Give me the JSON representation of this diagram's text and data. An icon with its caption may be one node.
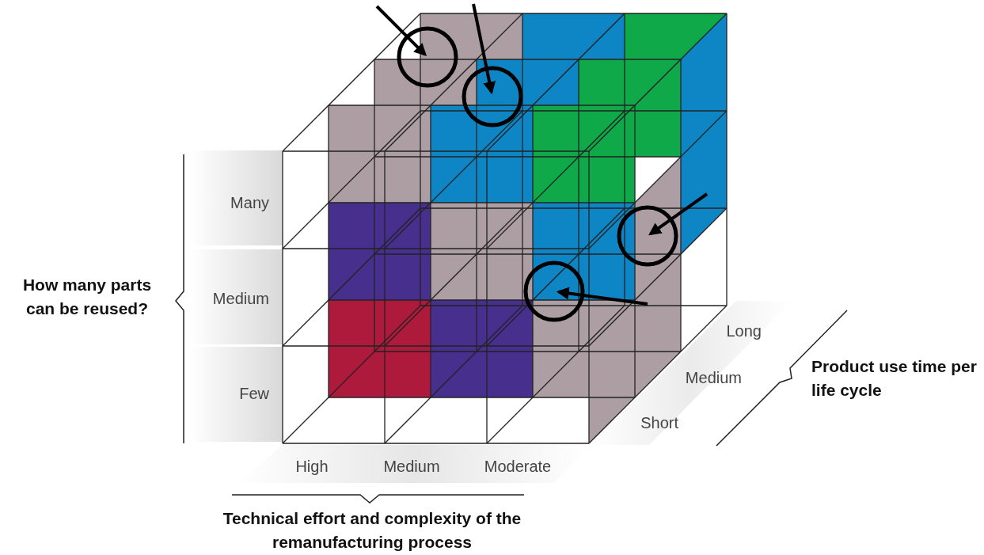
{
  "diagram": {
    "labels": [
      "Many",
      "Medium",
      "Few",
      "How many parts can be reused?",
      "Long",
      "Medium",
      "Short",
      "Product use time per life cycle",
      "High",
      "Medium",
      "Moderate",
      "Technical effort and complexity of the remanufacturing process"
    ]
  }
}
